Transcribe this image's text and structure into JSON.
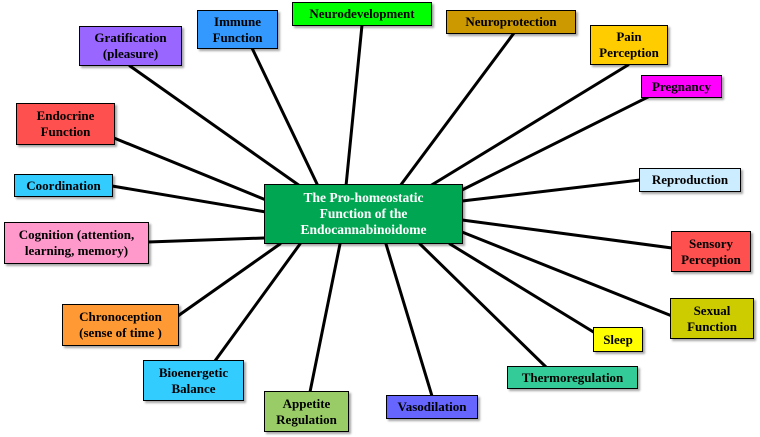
{
  "hub": {
    "label": "The Pro-homeostatic\nFunction of the\nEndocannabinoidome",
    "color": "#00a651"
  },
  "nodes": [
    {
      "id": "gratification",
      "label": "Gratification\n(pleasure)",
      "color": "#9966ff"
    },
    {
      "id": "immune",
      "label": "Immune\nFunction",
      "color": "#3399ff"
    },
    {
      "id": "neurodevelopment",
      "label": "Neurodevelopment",
      "color": "#00ff00"
    },
    {
      "id": "neuroprotection",
      "label": "Neuroprotection",
      "color": "#cc9900"
    },
    {
      "id": "pain",
      "label": "Pain\nPerception",
      "color": "#ffcc00"
    },
    {
      "id": "pregnancy",
      "label": "Pregnancy",
      "color": "#ff00ff"
    },
    {
      "id": "endocrine",
      "label": "Endocrine\nFunction",
      "color": "#ff5050"
    },
    {
      "id": "reproduction",
      "label": "Reproduction",
      "color": "#ccecff"
    },
    {
      "id": "coordination",
      "label": "Coordination",
      "color": "#33ccff"
    },
    {
      "id": "cognition",
      "label": "Cognition (attention,\nlearning, memory)",
      "color": "#ff99cc"
    },
    {
      "id": "sensory",
      "label": "Sensory\nPerception",
      "color": "#ff5050"
    },
    {
      "id": "chronoception",
      "label": "Chronoception\n(sense of time )",
      "color": "#ff9933"
    },
    {
      "id": "sexual",
      "label": "Sexual\nFunction",
      "color": "#cccc00"
    },
    {
      "id": "sleep",
      "label": "Sleep",
      "color": "#ffff00"
    },
    {
      "id": "bioenergetic",
      "label": "Bioenergetic\nBalance",
      "color": "#33ccff"
    },
    {
      "id": "thermoregulation",
      "label": "Thermoregulation",
      "color": "#33cc99"
    },
    {
      "id": "appetite",
      "label": "Appetite\nRegulation",
      "color": "#99cc66"
    },
    {
      "id": "vasodilation",
      "label": "Vasodilation",
      "color": "#6666ff"
    }
  ]
}
